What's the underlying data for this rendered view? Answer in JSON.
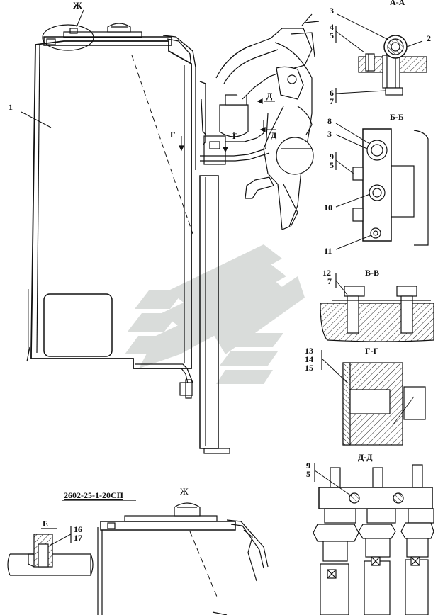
{
  "drawing": {
    "doc_number": "2602-25-1-20СП",
    "view_zh_title": "Ж",
    "main_labels": {
      "callout_1": "1",
      "view_zh": "Ж",
      "arrow_g_left": "Г",
      "arrow_g_mid": "Г",
      "arrow_d_top": "Д",
      "arrow_d_low": "Д"
    },
    "section_aa": {
      "title": "А-А",
      "labels": [
        "3",
        "4",
        "5",
        "2",
        "6",
        "7"
      ]
    },
    "section_bb": {
      "title": "Б-Б",
      "labels": [
        "8",
        "3",
        "9",
        "5",
        "10",
        "11"
      ]
    },
    "section_vv": {
      "title": "В-В",
      "labels": [
        "12",
        "7"
      ]
    },
    "section_gg": {
      "title": "Г-Г",
      "labels": [
        "13",
        "14",
        "15"
      ]
    },
    "section_dd": {
      "title": "Д-Д",
      "labels": [
        "9",
        "5"
      ]
    },
    "detail_e": {
      "title": "Е",
      "labels": [
        "16",
        "17"
      ]
    }
  }
}
